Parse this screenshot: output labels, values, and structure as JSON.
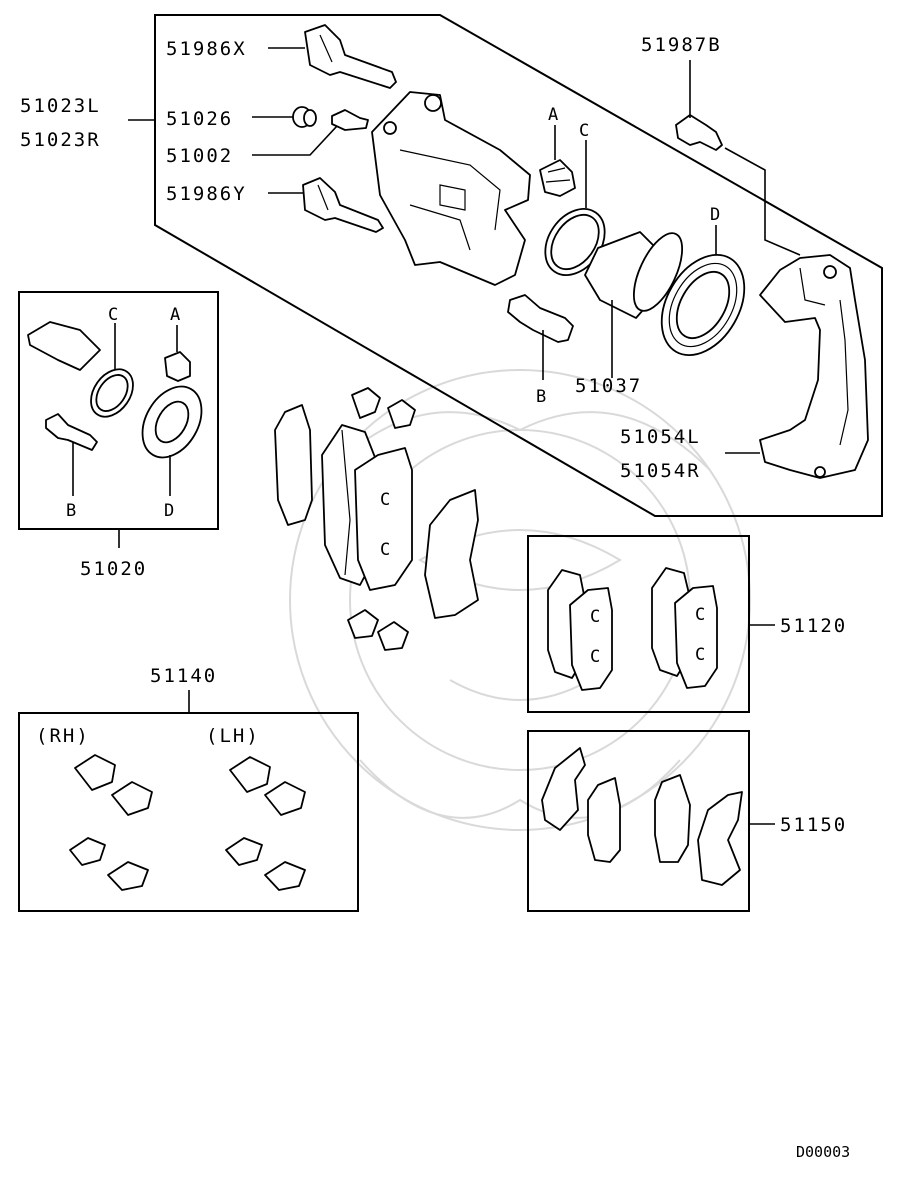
{
  "labels": {
    "p51986x": "51986X",
    "p51023l": "51023L",
    "p51023r": "51023R",
    "p51026": "51026",
    "p51002": "51002",
    "p51986y": "51986Y",
    "p51987b": "51987B",
    "p51037": "51037",
    "p51054l": "51054L",
    "p51054r": "51054R",
    "p51020": "51020",
    "p51120": "51120",
    "p51140": "51140",
    "p51150": "51150",
    "rh": "(RH)",
    "lh": "(LH)",
    "a": "A",
    "b": "B",
    "c": "C",
    "d": "D"
  },
  "footer": {
    "code": "D00003"
  },
  "colors": {
    "line": "#000000",
    "watermark": "#d9d9d9",
    "background": "#ffffff"
  }
}
